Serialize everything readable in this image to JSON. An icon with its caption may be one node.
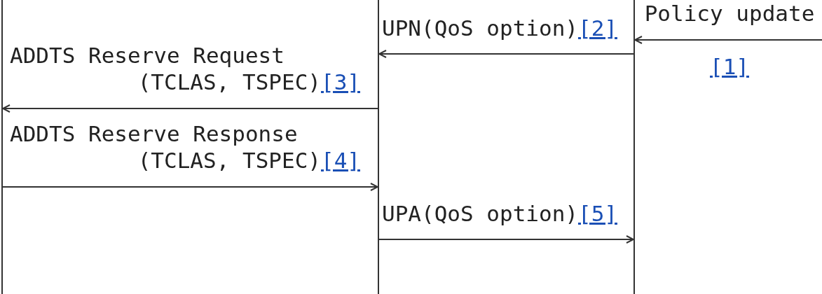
{
  "diagram": {
    "nodes": [
      {
        "text": [],
        "shape": "bar"
      },
      {
        "text": [],
        "shape": "bar"
      },
      {
        "text": [],
        "shape": "bar"
      }
    ],
    "edges": [
      {
        "from": null,
        "to": 2,
        "arrow": "to",
        "label": "Policy update [1]"
      },
      {
        "from": 2,
        "to": 1,
        "arrow": "to",
        "label": "UPN(QoS option)[2]"
      },
      {
        "from": 1,
        "to": 0,
        "arrow": "to",
        "label": "ADDTS Reserve Request (TCLAS, TSPEC)[3]"
      },
      {
        "from": 0,
        "to": 1,
        "arrow": "to",
        "label": "ADDTS Reserve Response (TCLAS, TSPEC)[4]"
      },
      {
        "from": 1,
        "to": 2,
        "arrow": "to",
        "label": "UPA(QoS option)[5]"
      }
    ]
  }
}
